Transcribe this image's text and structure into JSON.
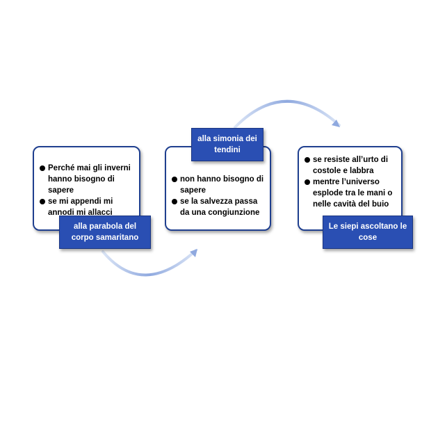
{
  "cards": [
    {
      "items": [
        "Perché mai gli inverni hanno bisogno di sapere",
        "se mi appendi mi annodi mi allacci"
      ],
      "label": "alla parabola del corpo samaritano"
    },
    {
      "items": [
        "non hanno bisogno di sapere",
        "se la salvezza passa da una congiunzione"
      ],
      "label": "alla simonia dei tendini"
    },
    {
      "items": [
        "se resiste all’urto di costole e labbra",
        "mentre l’universo esplode tra le mani o nelle cavità del buio"
      ],
      "label": "Le siepi ascoltano le cose"
    }
  ],
  "colors": {
    "label_fill": "#2a4fb3",
    "card_border": "#1f3f8f",
    "arrow": "#9eb6e3"
  }
}
